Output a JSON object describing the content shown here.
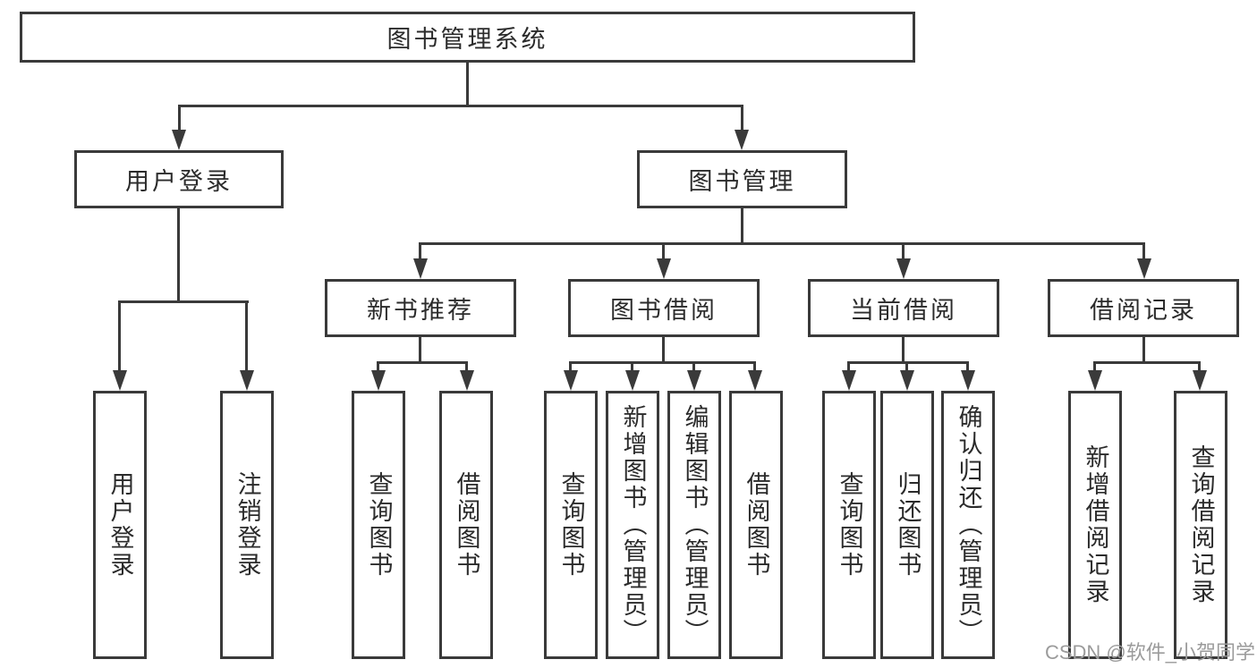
{
  "diagram": {
    "title": "图书管理系统",
    "root": {
      "label": "图书管理系统"
    },
    "branches": [
      {
        "label": "用户登录",
        "children": [
          {
            "label": "用户登录"
          },
          {
            "label": "注销登录"
          }
        ]
      },
      {
        "label": "图书管理",
        "children": [
          {
            "label": "新书推荐",
            "children": [
              {
                "label": "查询图书"
              },
              {
                "label": "借阅图书"
              }
            ]
          },
          {
            "label": "图书借阅",
            "children": [
              {
                "label": "查询图书"
              },
              {
                "label": "新增图书（管理员）"
              },
              {
                "label": "编辑图书（管理员）"
              },
              {
                "label": "借阅图书"
              }
            ]
          },
          {
            "label": "当前借阅",
            "children": [
              {
                "label": "查询图书"
              },
              {
                "label": "归还图书"
              },
              {
                "label": "确认归还（管理员）"
              }
            ]
          },
          {
            "label": "借阅记录",
            "children": [
              {
                "label": "新增借阅记录"
              },
              {
                "label": "查询借阅记录"
              }
            ]
          }
        ]
      }
    ]
  },
  "watermark": {
    "text": "CSDN @软件_小贺同学"
  },
  "colors": {
    "line": "#3a3a3a",
    "text": "#2b2b2b",
    "watermark": "#9b9b9b",
    "background": "#ffffff"
  }
}
